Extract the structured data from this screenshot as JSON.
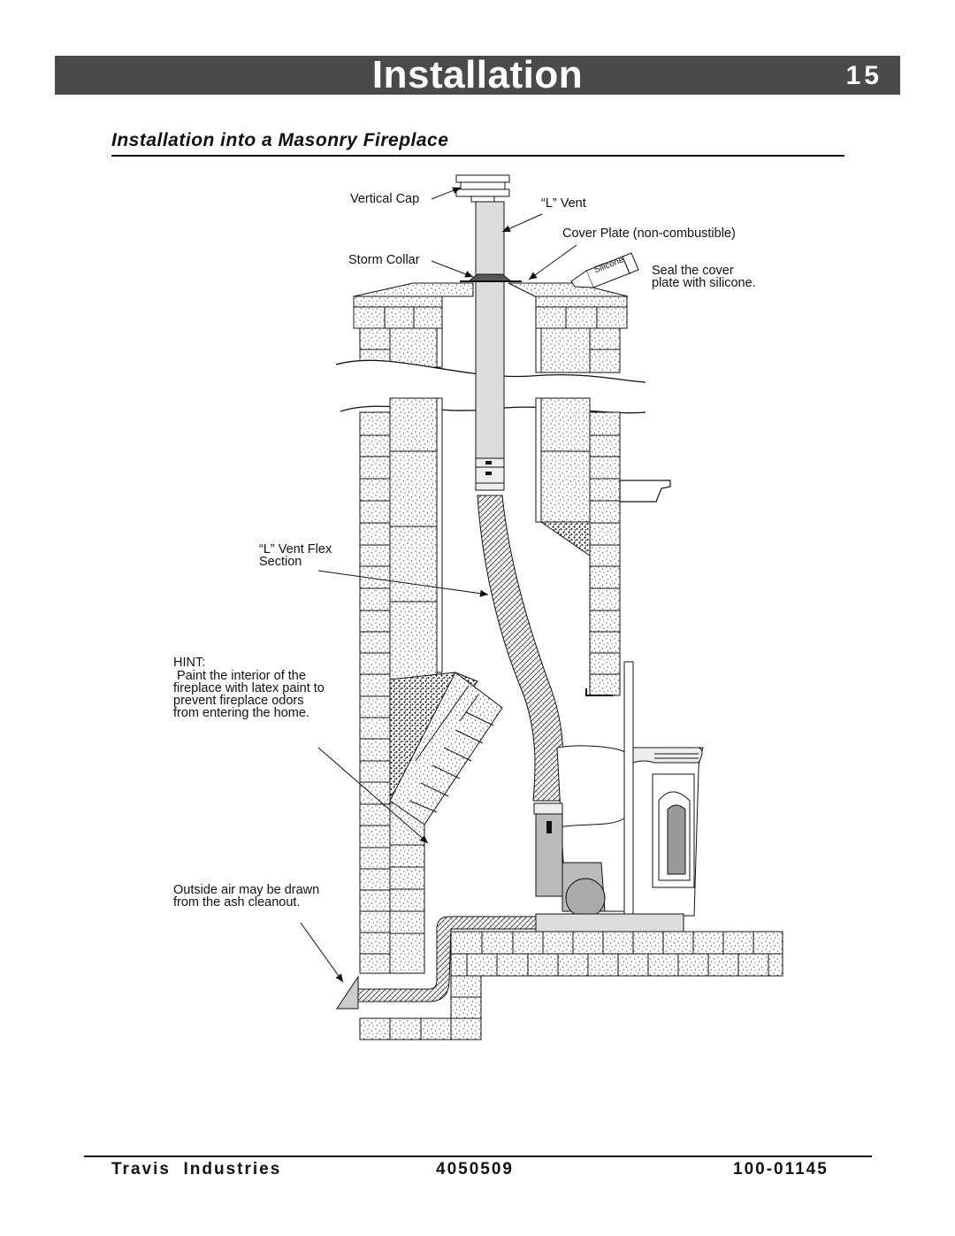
{
  "header": {
    "title": "Installation",
    "page_number": "15"
  },
  "section": {
    "title": "Installation into a Masonry Fireplace"
  },
  "labels": {
    "vertical_cap": "Vertical Cap",
    "l_vent": "“L” Vent",
    "cover_plate": "Cover Plate (non-combustible)",
    "storm_collar": "Storm Collar",
    "silicone": "Silicone",
    "seal_line1": "Seal the cover",
    "seal_line2": "plate with silicone.",
    "flex_line1": "“L” Vent Flex",
    "flex_line2": "Section",
    "hint_title": "HINT:",
    "hint_line1": " Paint the interior of the",
    "hint_line2": "fireplace with latex paint to",
    "hint_line3": "prevent fireplace odors",
    "hint_line4": "from entering the home.",
    "air_line1": "Outside air may be drawn",
    "air_line2": "from the ash cleanout."
  },
  "footer": {
    "company": "Travis  Industries",
    "date_code": "4050509",
    "part_number": "100-01145"
  }
}
